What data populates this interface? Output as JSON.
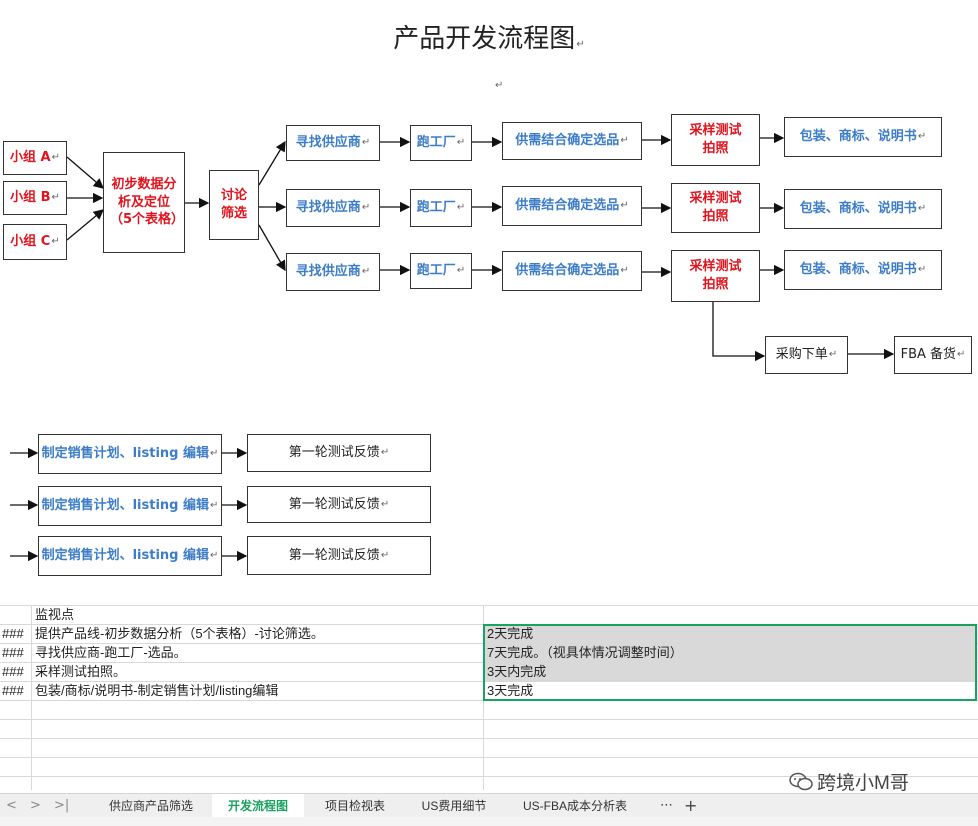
{
  "title": "产品开发流程图",
  "para_mark": "↵",
  "groups": [
    "小组 A",
    "小组 B",
    "小组 C"
  ],
  "analysis": "初步数据分析及定位（5个表格）",
  "discuss": "讨论筛选",
  "find_supplier": "寻找供应商",
  "factory": "跑工厂",
  "confirm": "供需结合确定选品",
  "sample": "采样测试拍照",
  "pack": "包装、商标、说明书",
  "purchase": "采购下单",
  "fba": "FBA 备货",
  "sales_plan": "制定销售计划、listing 编辑",
  "feedback": "第一轮测试反馈",
  "sheet": {
    "header": "监视点",
    "rows": [
      {
        "hash": "###",
        "point": "提供产品线-初步数据分析（5个表格）-讨论筛选。",
        "time": "2天完成"
      },
      {
        "hash": "###",
        "point": "寻找供应商-跑工厂-选品。",
        "time": "7天完成。（视具体情况调整时间）"
      },
      {
        "hash": "###",
        "point": "采样测试拍照。",
        "time": "3天内完成"
      },
      {
        "hash": "###",
        "point": "包装/商标/说明书-制定销售计划/listing编辑",
        "time": "3天完成"
      }
    ]
  },
  "tabs": {
    "nav": [
      "<",
      ">",
      ">|"
    ],
    "items": [
      "供应商产品筛选",
      "开发流程图",
      "项目检视表",
      "US费用细节",
      "US-FBA成本分析表"
    ],
    "more": "⋯",
    "add": "+"
  },
  "watermark": "跨境小M哥"
}
